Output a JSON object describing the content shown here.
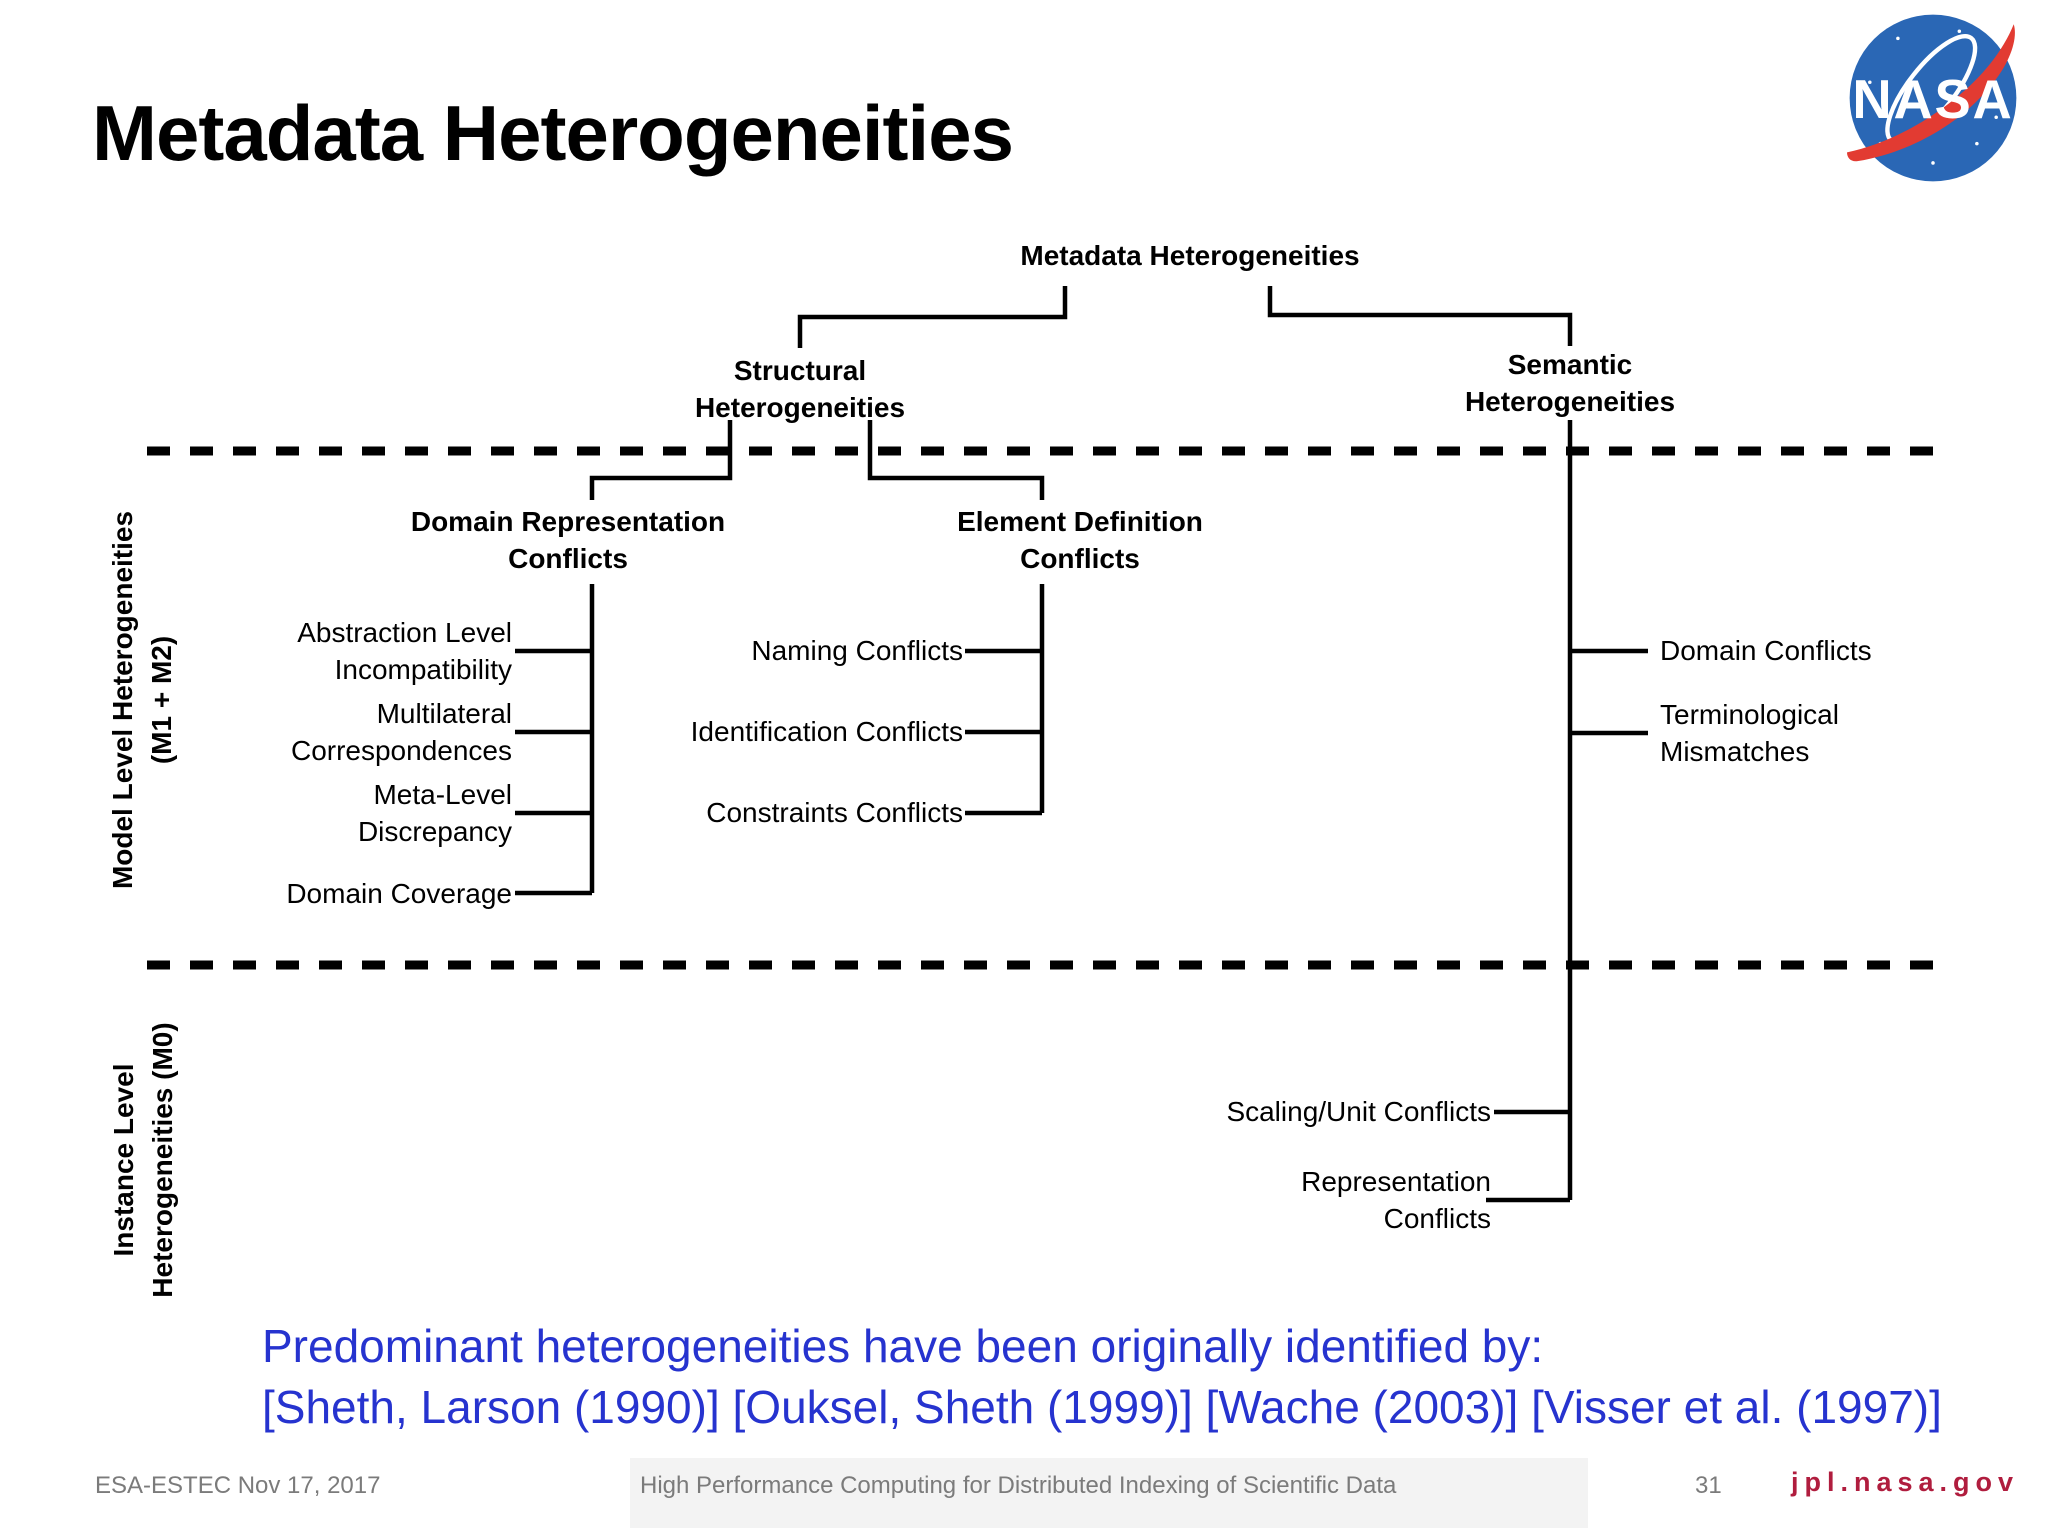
{
  "slide": {
    "title": "Metadata Heterogeneities"
  },
  "logo": {
    "text": "NASA",
    "circle_blue": "#2a67b5",
    "swoosh_red": "#e23b32"
  },
  "tree": {
    "root": "Metadata Heterogeneities",
    "structural": "Structural\nHeterogeneities",
    "semantic": "Semantic\nHeterogeneities",
    "domain_representation": "Domain Representation\nConflicts",
    "element_definition": "Element Definition\nConflicts",
    "abstraction": "Abstraction Level\nIncompatibility",
    "multilateral": "Multilateral\nCorrespondences",
    "meta_level": "Meta-Level\nDiscrepancy",
    "domain_coverage": "Domain Coverage",
    "naming": "Naming Conflicts",
    "identification": "Identification Conflicts",
    "constraints": "Constraints Conflicts",
    "domain_conflicts": "Domain Conflicts",
    "terminological": "Terminological\nMismatches",
    "scaling_unit": "Scaling/Unit Conflicts",
    "representation": "Representation\nConflicts"
  },
  "axes": {
    "model_level": "Model Level Heterogeneities\n(M1 + M2)",
    "instance_level": "Instance Level\nHeterogeneities (M0)"
  },
  "note": {
    "text": "Predominant heterogeneities have been originally identified by:\n[Sheth, Larson (1990)] [Ouksel, Sheth (1999)] [Wache (2003)] [Visser et al. (1997)]",
    "color": "#2633cf"
  },
  "footer": {
    "date": "ESA-ESTEC Nov 17, 2017",
    "center": "High Performance Computing for Distributed Indexing of Scientific Data",
    "page": "31",
    "site": "jpl.nasa.gov",
    "site_color": "#b01d3e"
  }
}
